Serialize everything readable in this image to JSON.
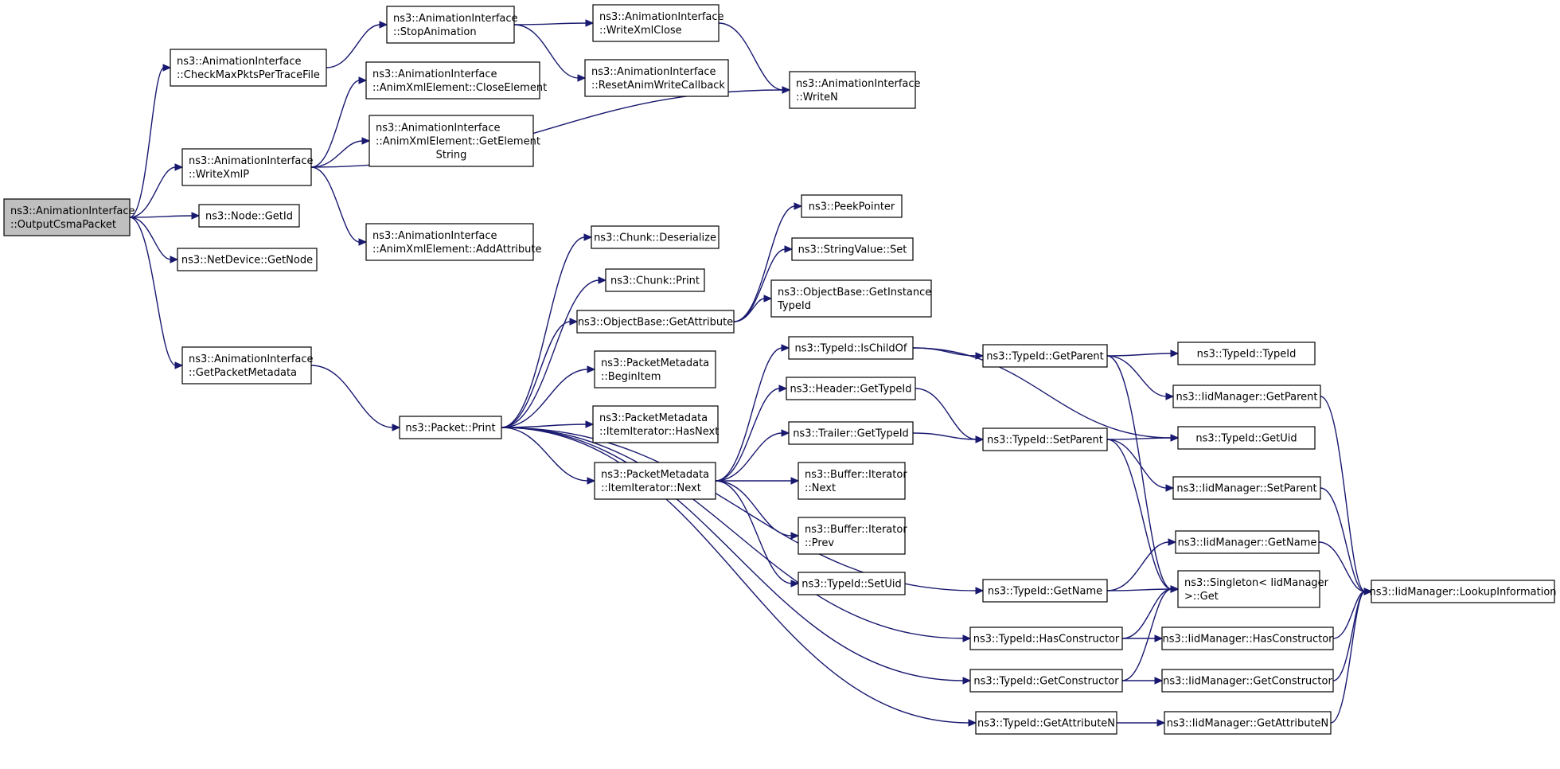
{
  "nodes": [
    {
      "id": "output",
      "lines": [
        "ns3::AnimationInterface",
        "::OutputCsmaPacket"
      ],
      "root": true
    },
    {
      "id": "checkmax",
      "lines": [
        "ns3::AnimationInterface",
        "::CheckMaxPktsPerTraceFile"
      ]
    },
    {
      "id": "stopanim",
      "lines": [
        "ns3::AnimationInterface",
        "::StopAnimation"
      ]
    },
    {
      "id": "writexmlclose",
      "lines": [
        "ns3::AnimationInterface",
        "::WriteXmlClose"
      ]
    },
    {
      "id": "resetanim",
      "lines": [
        "ns3::AnimationInterface",
        "::ResetAnimWriteCallback"
      ]
    },
    {
      "id": "writen",
      "lines": [
        "ns3::AnimationInterface",
        "::WriteN"
      ]
    },
    {
      "id": "closeelem",
      "lines": [
        "ns3::AnimationInterface",
        "::AnimXmlElement::CloseElement"
      ]
    },
    {
      "id": "getelemstr",
      "lines": [
        "ns3::AnimationInterface",
        "::AnimXmlElement::GetElement",
        "String"
      ]
    },
    {
      "id": "writexmlp",
      "lines": [
        "ns3::AnimationInterface",
        "::WriteXmlP"
      ]
    },
    {
      "id": "addattr",
      "lines": [
        "ns3::AnimationInterface",
        "::AnimXmlElement::AddAttribute"
      ]
    },
    {
      "id": "nodegetid",
      "lines": [
        "ns3::Node::GetId"
      ]
    },
    {
      "id": "netdevgetnode",
      "lines": [
        "ns3::NetDevice::GetNode"
      ]
    },
    {
      "id": "getpktmeta",
      "lines": [
        "ns3::AnimationInterface",
        "::GetPacketMetadata"
      ]
    },
    {
      "id": "packetprint",
      "lines": [
        "ns3::Packet::Print"
      ]
    },
    {
      "id": "chunkdeser",
      "lines": [
        "ns3::Chunk::Deserialize"
      ]
    },
    {
      "id": "chunkprint",
      "lines": [
        "ns3::Chunk::Print"
      ]
    },
    {
      "id": "objgetattr",
      "lines": [
        "ns3::ObjectBase::GetAttribute"
      ]
    },
    {
      "id": "beginitem",
      "lines": [
        "ns3::PacketMetadata",
        "::BeginItem"
      ]
    },
    {
      "id": "hasnext",
      "lines": [
        "ns3::PacketMetadata",
        "::ItemIterator::HasNext"
      ]
    },
    {
      "id": "itemnext",
      "lines": [
        "ns3::PacketMetadata",
        "::ItemIterator::Next"
      ]
    },
    {
      "id": "peekptr",
      "lines": [
        "ns3::PeekPointer"
      ]
    },
    {
      "id": "strvalset",
      "lines": [
        "ns3::StringValue::Set"
      ]
    },
    {
      "id": "getinsttid",
      "lines": [
        "ns3::ObjectBase::GetInstance",
        "TypeId"
      ]
    },
    {
      "id": "ischildof",
      "lines": [
        "ns3::TypeId::IsChildOf"
      ]
    },
    {
      "id": "hdrgettid",
      "lines": [
        "ns3::Header::GetTypeId"
      ]
    },
    {
      "id": "trlgettid",
      "lines": [
        "ns3::Trailer::GetTypeId"
      ]
    },
    {
      "id": "bufnext",
      "lines": [
        "ns3::Buffer::Iterator",
        "::Next"
      ]
    },
    {
      "id": "bufprev",
      "lines": [
        "ns3::Buffer::Iterator",
        "::Prev"
      ]
    },
    {
      "id": "tidsetuid",
      "lines": [
        "ns3::TypeId::SetUid"
      ]
    },
    {
      "id": "tidgetparent",
      "lines": [
        "ns3::TypeId::GetParent"
      ]
    },
    {
      "id": "tidsetparent",
      "lines": [
        "ns3::TypeId::SetParent"
      ]
    },
    {
      "id": "tidgetname",
      "lines": [
        "ns3::TypeId::GetName"
      ]
    },
    {
      "id": "tidhasctor",
      "lines": [
        "ns3::TypeId::HasConstructor"
      ]
    },
    {
      "id": "tidgetctor",
      "lines": [
        "ns3::TypeId::GetConstructor"
      ]
    },
    {
      "id": "tidgetattrn",
      "lines": [
        "ns3::TypeId::GetAttributeN"
      ]
    },
    {
      "id": "tidtypeid",
      "lines": [
        "ns3::TypeId::TypeId"
      ]
    },
    {
      "id": "iidgetparent",
      "lines": [
        "ns3::IidManager::GetParent"
      ]
    },
    {
      "id": "tidgetuid",
      "lines": [
        "ns3::TypeId::GetUid"
      ]
    },
    {
      "id": "iidsetparent",
      "lines": [
        "ns3::IidManager::SetParent"
      ]
    },
    {
      "id": "iidgetname",
      "lines": [
        "ns3::IidManager::GetName"
      ]
    },
    {
      "id": "singleton",
      "lines": [
        "ns3::Singleton< IidManager",
        ">::Get"
      ]
    },
    {
      "id": "iidhasctor",
      "lines": [
        "ns3::IidManager::HasConstructor"
      ]
    },
    {
      "id": "iidgetctor",
      "lines": [
        "ns3::IidManager::GetConstructor"
      ]
    },
    {
      "id": "iidgetattrn",
      "lines": [
        "ns3::IidManager::GetAttributeN"
      ]
    },
    {
      "id": "lookupinfo",
      "lines": [
        "ns3::IidManager::LookupInformation"
      ]
    }
  ],
  "edges": [
    [
      "output",
      "checkmax"
    ],
    [
      "output",
      "writexmlp"
    ],
    [
      "output",
      "nodegetid"
    ],
    [
      "output",
      "netdevgetnode"
    ],
    [
      "output",
      "getpktmeta"
    ],
    [
      "checkmax",
      "stopanim"
    ],
    [
      "stopanim",
      "writexmlclose"
    ],
    [
      "stopanim",
      "resetanim"
    ],
    [
      "writexmlclose",
      "writen"
    ],
    [
      "writexmlp",
      "closeelem"
    ],
    [
      "writexmlp",
      "getelemstr"
    ],
    [
      "writexmlp",
      "writen"
    ],
    [
      "writexmlp",
      "addattr"
    ],
    [
      "getpktmeta",
      "packetprint"
    ],
    [
      "packetprint",
      "chunkdeser"
    ],
    [
      "packetprint",
      "chunkprint"
    ],
    [
      "packetprint",
      "objgetattr"
    ],
    [
      "packetprint",
      "beginitem"
    ],
    [
      "packetprint",
      "hasnext"
    ],
    [
      "packetprint",
      "itemnext"
    ],
    [
      "packetprint",
      "tidgetname"
    ],
    [
      "packetprint",
      "tidhasctor"
    ],
    [
      "packetprint",
      "tidgetctor"
    ],
    [
      "packetprint",
      "tidgetattrn"
    ],
    [
      "objgetattr",
      "peekptr"
    ],
    [
      "objgetattr",
      "strvalset"
    ],
    [
      "objgetattr",
      "getinsttid"
    ],
    [
      "itemnext",
      "ischildof"
    ],
    [
      "itemnext",
      "hdrgettid"
    ],
    [
      "itemnext",
      "trlgettid"
    ],
    [
      "itemnext",
      "bufnext"
    ],
    [
      "itemnext",
      "bufprev"
    ],
    [
      "itemnext",
      "tidsetuid"
    ],
    [
      "ischildof",
      "tidgetparent"
    ],
    [
      "ischildof",
      "tidgetuid"
    ],
    [
      "hdrgettid",
      "tidsetparent"
    ],
    [
      "trlgettid",
      "tidsetparent"
    ],
    [
      "tidgetparent",
      "tidtypeid"
    ],
    [
      "tidgetparent",
      "iidgetparent"
    ],
    [
      "tidgetparent",
      "singleton"
    ],
    [
      "tidsetparent",
      "tidgetuid"
    ],
    [
      "tidsetparent",
      "iidsetparent"
    ],
    [
      "tidsetparent",
      "singleton"
    ],
    [
      "tidgetname",
      "iidgetname"
    ],
    [
      "tidgetname",
      "singleton"
    ],
    [
      "tidhasctor",
      "singleton"
    ],
    [
      "tidhasctor",
      "iidhasctor"
    ],
    [
      "tidgetctor",
      "singleton"
    ],
    [
      "tidgetctor",
      "iidgetctor"
    ],
    [
      "tidgetattrn",
      "iidgetattrn"
    ],
    [
      "iidgetparent",
      "lookupinfo"
    ],
    [
      "iidsetparent",
      "lookupinfo"
    ],
    [
      "iidgetname",
      "lookupinfo"
    ],
    [
      "iidhasctor",
      "lookupinfo"
    ],
    [
      "iidgetctor",
      "lookupinfo"
    ],
    [
      "iidgetattrn",
      "lookupinfo"
    ]
  ]
}
